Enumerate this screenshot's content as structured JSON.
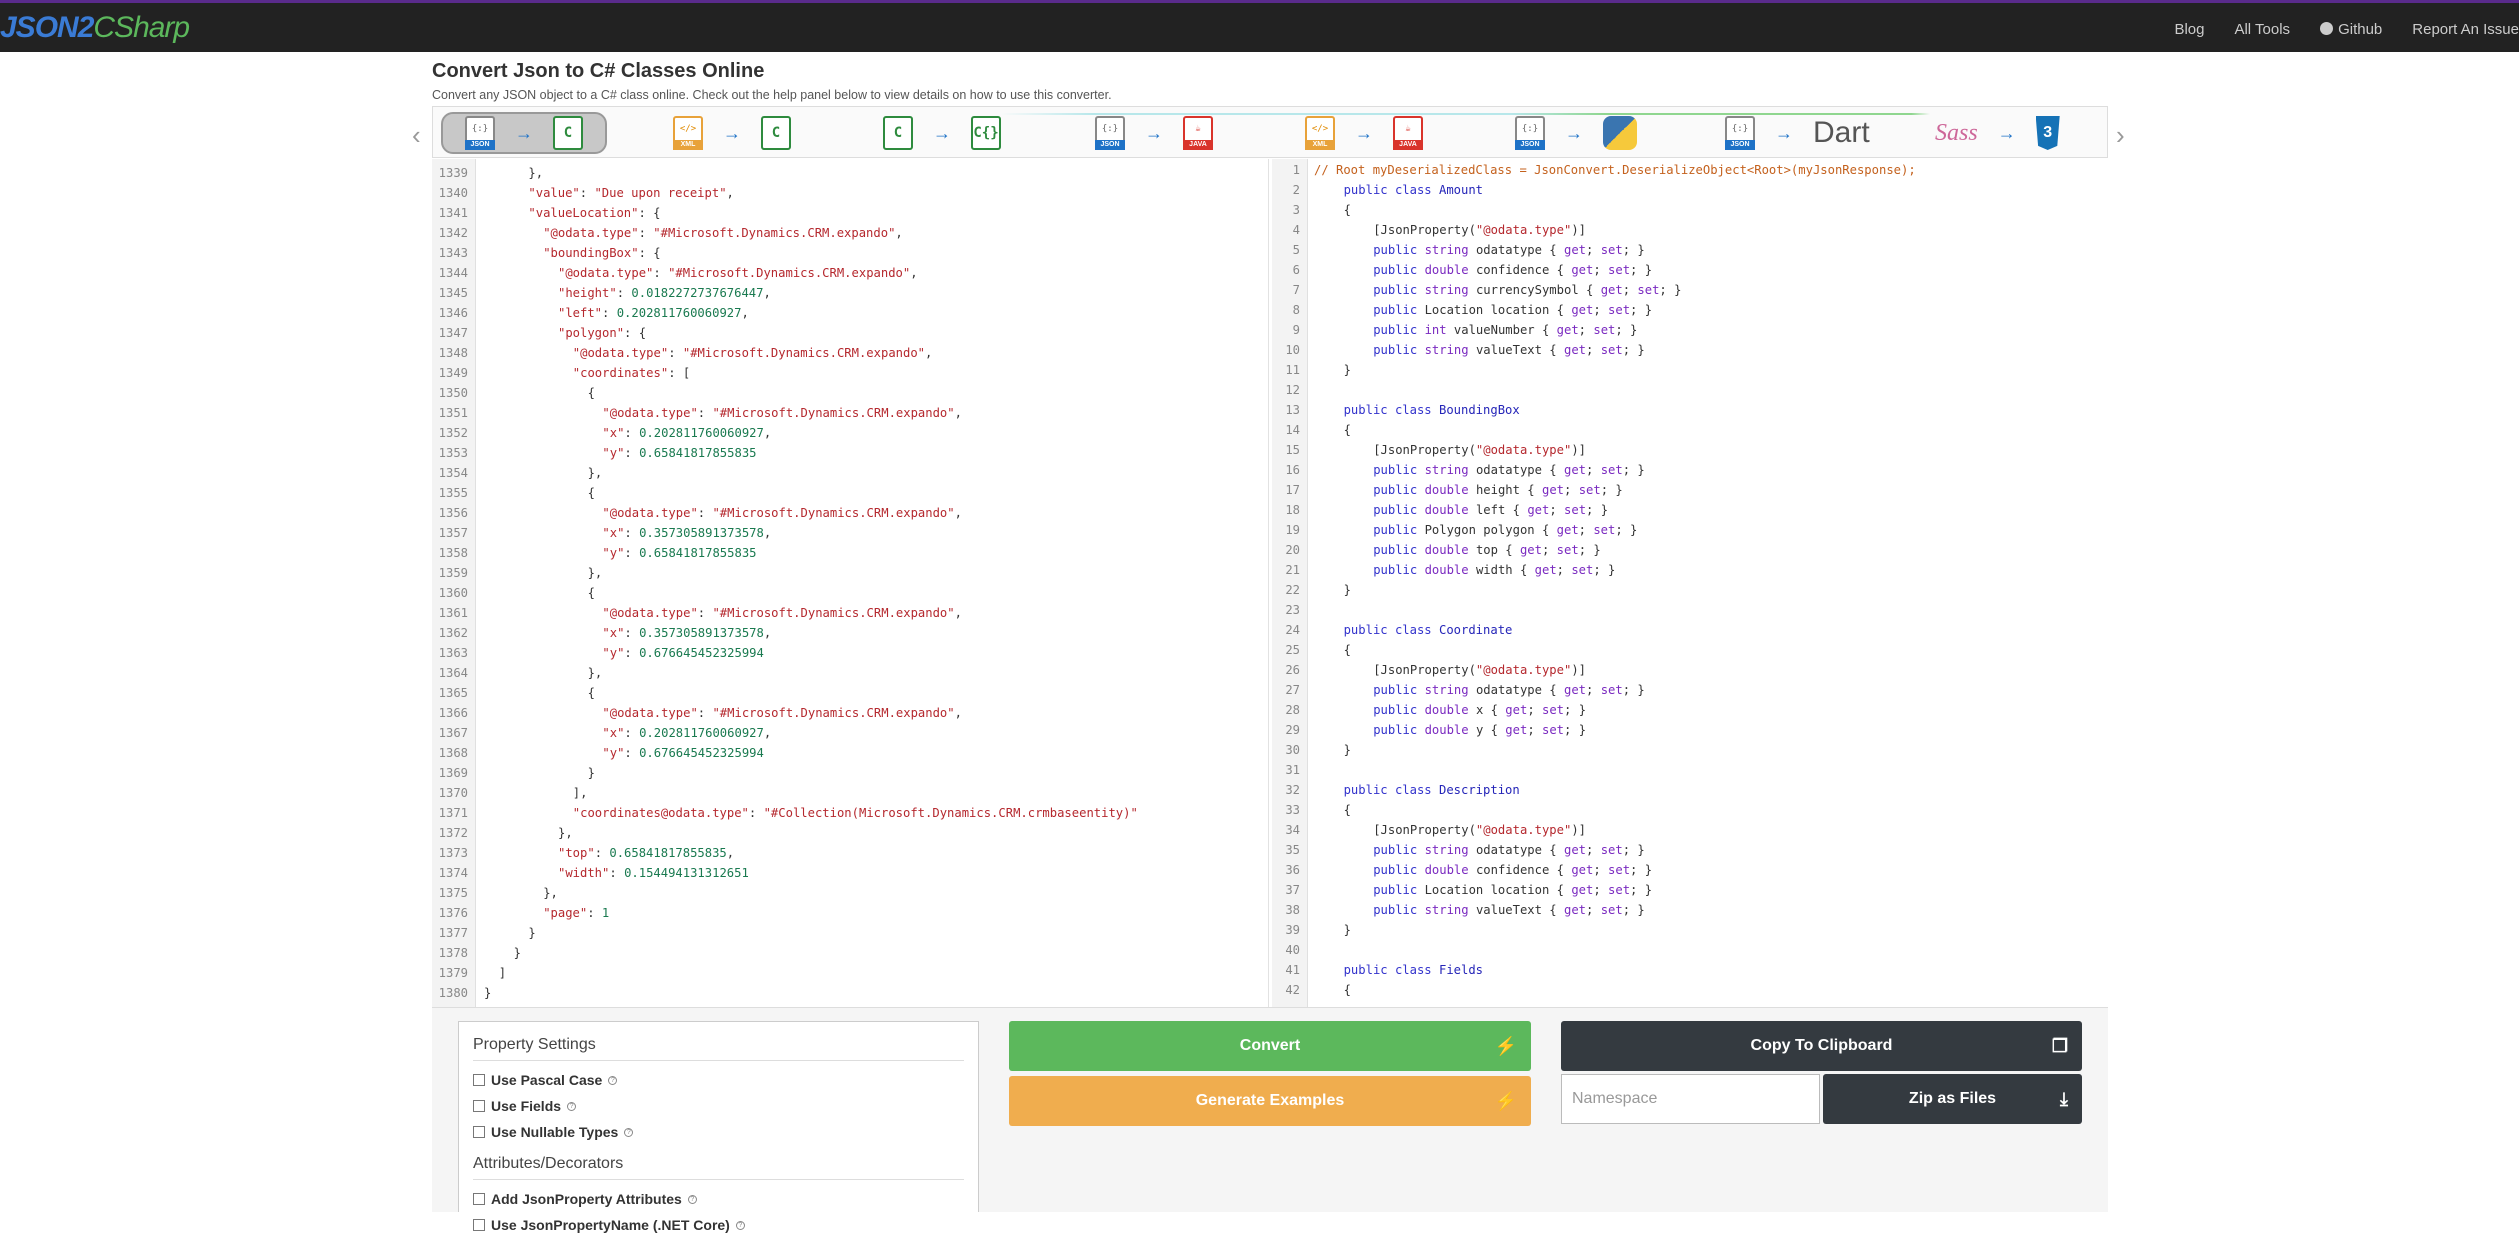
{
  "nav": {
    "brand_a": "JSON2",
    "brand_b": "CSharp",
    "links": [
      "Blog",
      "All Tools",
      "Github",
      "Report An Issue"
    ]
  },
  "header": {
    "title": "Convert Json to C# Classes Online",
    "subtitle": "Convert any JSON object to a C# class online. Check out the help panel below to view details on how to use this converter."
  },
  "converters": [
    {
      "from": "json-file-icon",
      "to": "csharp-file-icon",
      "from_label": "JSON",
      "active": true
    },
    {
      "from": "xml-file-icon",
      "to": "csharp-file-icon",
      "from_label": "XML",
      "active": false
    },
    {
      "from": "csharp-file-icon",
      "to": "csharp-json-file-icon",
      "from_label": "",
      "active": false
    },
    {
      "from": "json-file-icon",
      "to": "java-file-icon",
      "from_label": "JSON",
      "to_label": "JAVA",
      "active": false
    },
    {
      "from": "xml-file-icon",
      "to": "java-file-icon",
      "from_label": "XML",
      "to_label": "JAVA",
      "active": false
    },
    {
      "from": "json-file-icon",
      "to": "python-icon",
      "from_label": "JSON",
      "active": false
    },
    {
      "from": "json-file-icon",
      "to": "dart-icon",
      "from_label": "JSON",
      "to_label": "Dart",
      "active": false
    },
    {
      "from": "sass-icon",
      "to": "css3-icon",
      "from_label": "Sass",
      "active": false
    }
  ],
  "left_editor": {
    "lines": [
      {
        "n": "1339",
        "indent": 6,
        "html": "<span class='p'>},</span>"
      },
      {
        "n": "1340",
        "indent": 6,
        "html": "<span class='s'>\"value\"</span><span class='p'>: </span><span class='s'>\"Due upon receipt\"</span><span class='p'>,</span>"
      },
      {
        "n": "1341",
        "indent": 6,
        "html": "<span class='s'>\"valueLocation\"</span><span class='p'>: {</span>"
      },
      {
        "n": "1342",
        "indent": 8,
        "html": "<span class='s'>\"@odata.type\"</span><span class='p'>: </span><span class='s'>\"#Microsoft.Dynamics.CRM.expando\"</span><span class='p'>,</span>"
      },
      {
        "n": "1343",
        "indent": 8,
        "html": "<span class='s'>\"boundingBox\"</span><span class='p'>: {</span>"
      },
      {
        "n": "1344",
        "indent": 10,
        "html": "<span class='s'>\"@odata.type\"</span><span class='p'>: </span><span class='s'>\"#Microsoft.Dynamics.CRM.expando\"</span><span class='p'>,</span>"
      },
      {
        "n": "1345",
        "indent": 10,
        "html": "<span class='s'>\"height\"</span><span class='p'>: </span><span class='n'>0.0182272737676447</span><span class='p'>,</span>"
      },
      {
        "n": "1346",
        "indent": 10,
        "html": "<span class='s'>\"left\"</span><span class='p'>: </span><span class='n'>0.202811760060927</span><span class='p'>,</span>"
      },
      {
        "n": "1347",
        "indent": 10,
        "html": "<span class='s'>\"polygon\"</span><span class='p'>: {</span>"
      },
      {
        "n": "1348",
        "indent": 12,
        "html": "<span class='s'>\"@odata.type\"</span><span class='p'>: </span><span class='s'>\"#Microsoft.Dynamics.CRM.expando\"</span><span class='p'>,</span>"
      },
      {
        "n": "1349",
        "indent": 12,
        "html": "<span class='s'>\"coordinates\"</span><span class='p'>: [</span>"
      },
      {
        "n": "1350",
        "indent": 14,
        "html": "<span class='p'>{</span>"
      },
      {
        "n": "1351",
        "indent": 16,
        "html": "<span class='s'>\"@odata.type\"</span><span class='p'>: </span><span class='s'>\"#Microsoft.Dynamics.CRM.expando\"</span><span class='p'>,</span>"
      },
      {
        "n": "1352",
        "indent": 16,
        "html": "<span class='s'>\"x\"</span><span class='p'>: </span><span class='n'>0.202811760060927</span><span class='p'>,</span>"
      },
      {
        "n": "1353",
        "indent": 16,
        "html": "<span class='s'>\"y\"</span><span class='p'>: </span><span class='n'>0.65841817855835</span>"
      },
      {
        "n": "1354",
        "indent": 14,
        "html": "<span class='p'>},</span>"
      },
      {
        "n": "1355",
        "indent": 14,
        "html": "<span class='p'>{</span>"
      },
      {
        "n": "1356",
        "indent": 16,
        "html": "<span class='s'>\"@odata.type\"</span><span class='p'>: </span><span class='s'>\"#Microsoft.Dynamics.CRM.expando\"</span><span class='p'>,</span>"
      },
      {
        "n": "1357",
        "indent": 16,
        "html": "<span class='s'>\"x\"</span><span class='p'>: </span><span class='n'>0.357305891373578</span><span class='p'>,</span>"
      },
      {
        "n": "1358",
        "indent": 16,
        "html": "<span class='s'>\"y\"</span><span class='p'>: </span><span class='n'>0.65841817855835</span>"
      },
      {
        "n": "1359",
        "indent": 14,
        "html": "<span class='p'>},</span>"
      },
      {
        "n": "1360",
        "indent": 14,
        "html": "<span class='p'>{</span>"
      },
      {
        "n": "1361",
        "indent": 16,
        "html": "<span class='s'>\"@odata.type\"</span><span class='p'>: </span><span class='s'>\"#Microsoft.Dynamics.CRM.expando\"</span><span class='p'>,</span>"
      },
      {
        "n": "1362",
        "indent": 16,
        "html": "<span class='s'>\"x\"</span><span class='p'>: </span><span class='n'>0.357305891373578</span><span class='p'>,</span>"
      },
      {
        "n": "1363",
        "indent": 16,
        "html": "<span class='s'>\"y\"</span><span class='p'>: </span><span class='n'>0.676645452325994</span>"
      },
      {
        "n": "1364",
        "indent": 14,
        "html": "<span class='p'>},</span>"
      },
      {
        "n": "1365",
        "indent": 14,
        "html": "<span class='p'>{</span>"
      },
      {
        "n": "1366",
        "indent": 16,
        "html": "<span class='s'>\"@odata.type\"</span><span class='p'>: </span><span class='s'>\"#Microsoft.Dynamics.CRM.expando\"</span><span class='p'>,</span>"
      },
      {
        "n": "1367",
        "indent": 16,
        "html": "<span class='s'>\"x\"</span><span class='p'>: </span><span class='n'>0.202811760060927</span><span class='p'>,</span>"
      },
      {
        "n": "1368",
        "indent": 16,
        "html": "<span class='s'>\"y\"</span><span class='p'>: </span><span class='n'>0.676645452325994</span>"
      },
      {
        "n": "1369",
        "indent": 14,
        "html": "<span class='p'>}</span>"
      },
      {
        "n": "1370",
        "indent": 12,
        "html": "<span class='p'>],</span>"
      },
      {
        "n": "1371",
        "indent": 12,
        "html": "<span class='s'>\"coordinates@odata.type\"</span><span class='p'>: </span><span class='s'>\"#Collection(Microsoft.Dynamics.CRM.crmbaseentity)\"</span>"
      },
      {
        "n": "1372",
        "indent": 10,
        "html": "<span class='p'>},</span>"
      },
      {
        "n": "1373",
        "indent": 10,
        "html": "<span class='s'>\"top\"</span><span class='p'>: </span><span class='n'>0.65841817855835</span><span class='p'>,</span>"
      },
      {
        "n": "1374",
        "indent": 10,
        "html": "<span class='s'>\"width\"</span><span class='p'>: </span><span class='n'>0.154494131312651</span>"
      },
      {
        "n": "1375",
        "indent": 8,
        "html": "<span class='p'>},</span>"
      },
      {
        "n": "1376",
        "indent": 8,
        "html": "<span class='s'>\"page\"</span><span class='p'>: </span><span class='n'>1</span>"
      },
      {
        "n": "1377",
        "indent": 6,
        "html": "<span class='p'>}</span>"
      },
      {
        "n": "1378",
        "indent": 4,
        "html": "<span class='p'>}</span>"
      },
      {
        "n": "1379",
        "indent": 2,
        "html": "<span class='p'>]</span>"
      },
      {
        "n": "1380",
        "indent": 0,
        "html": "<span class='p'>}</span>"
      }
    ]
  },
  "right_editor": {
    "lines": [
      {
        "n": "1",
        "indent": 0,
        "html": "<span class='cm'>// Root myDeserializedClass = JsonConvert.DeserializeObject&lt;Root&gt;(myJsonResponse);</span>"
      },
      {
        "n": "2",
        "indent": 4,
        "html": "<span class='k'>public class</span> <span class='cls'>Amount</span>"
      },
      {
        "n": "3",
        "indent": 4,
        "html": "<span class='p'>{</span>"
      },
      {
        "n": "4",
        "indent": 8,
        "html": "<span class='p'>[JsonProperty(</span><span class='s'>\"@odata.type\"</span><span class='p'>)]</span>"
      },
      {
        "n": "5",
        "indent": 8,
        "html": "<span class='k'>public</span> <span class='t'>string</span> <span class='p'>odatatype { </span><span class='t'>get</span><span class='p'>; </span><span class='t'>set</span><span class='p'>; }</span>"
      },
      {
        "n": "6",
        "indent": 8,
        "html": "<span class='k'>public</span> <span class='t'>double</span> <span class='p'>confidence { </span><span class='t'>get</span><span class='p'>; </span><span class='t'>set</span><span class='p'>; }</span>"
      },
      {
        "n": "7",
        "indent": 8,
        "html": "<span class='k'>public</span> <span class='t'>string</span> <span class='p'>currencySymbol { </span><span class='t'>get</span><span class='p'>; </span><span class='t'>set</span><span class='p'>; }</span>"
      },
      {
        "n": "8",
        "indent": 8,
        "html": "<span class='k'>public</span> <span class='p'>Location location { </span><span class='t'>get</span><span class='p'>; </span><span class='t'>set</span><span class='p'>; }</span>"
      },
      {
        "n": "9",
        "indent": 8,
        "html": "<span class='k'>public</span> <span class='t'>int</span> <span class='p'>valueNumber { </span><span class='t'>get</span><span class='p'>; </span><span class='t'>set</span><span class='p'>; }</span>"
      },
      {
        "n": "10",
        "indent": 8,
        "html": "<span class='k'>public</span> <span class='t'>string</span> <span class='p'>valueText { </span><span class='t'>get</span><span class='p'>; </span><span class='t'>set</span><span class='p'>; }</span>"
      },
      {
        "n": "11",
        "indent": 4,
        "html": "<span class='p'>}</span>"
      },
      {
        "n": "12",
        "indent": 0,
        "html": ""
      },
      {
        "n": "13",
        "indent": 4,
        "html": "<span class='k'>public class</span> <span class='cls'>BoundingBox</span>"
      },
      {
        "n": "14",
        "indent": 4,
        "html": "<span class='p'>{</span>"
      },
      {
        "n": "15",
        "indent": 8,
        "html": "<span class='p'>[JsonProperty(</span><span class='s'>\"@odata.type\"</span><span class='p'>)]</span>"
      },
      {
        "n": "16",
        "indent": 8,
        "html": "<span class='k'>public</span> <span class='t'>string</span> <span class='p'>odatatype { </span><span class='t'>get</span><span class='p'>; </span><span class='t'>set</span><span class='p'>; }</span>"
      },
      {
        "n": "17",
        "indent": 8,
        "html": "<span class='k'>public</span> <span class='t'>double</span> <span class='p'>height { </span><span class='t'>get</span><span class='p'>; </span><span class='t'>set</span><span class='p'>; }</span>"
      },
      {
        "n": "18",
        "indent": 8,
        "html": "<span class='k'>public</span> <span class='t'>double</span> <span class='p'>left { </span><span class='t'>get</span><span class='p'>; </span><span class='t'>set</span><span class='p'>; }</span>"
      },
      {
        "n": "19",
        "indent": 8,
        "html": "<span class='k'>public</span> <span class='p'>Polygon polygon { </span><span class='t'>get</span><span class='p'>; </span><span class='t'>set</span><span class='p'>; }</span>"
      },
      {
        "n": "20",
        "indent": 8,
        "html": "<span class='k'>public</span> <span class='t'>double</span> <span class='p'>top { </span><span class='t'>get</span><span class='p'>; </span><span class='t'>set</span><span class='p'>; }</span>"
      },
      {
        "n": "21",
        "indent": 8,
        "html": "<span class='k'>public</span> <span class='t'>double</span> <span class='p'>width { </span><span class='t'>get</span><span class='p'>; </span><span class='t'>set</span><span class='p'>; }</span>"
      },
      {
        "n": "22",
        "indent": 4,
        "html": "<span class='p'>}</span>"
      },
      {
        "n": "23",
        "indent": 0,
        "html": ""
      },
      {
        "n": "24",
        "indent": 4,
        "html": "<span class='k'>public class</span> <span class='cls'>Coordinate</span>"
      },
      {
        "n": "25",
        "indent": 4,
        "html": "<span class='p'>{</span>"
      },
      {
        "n": "26",
        "indent": 8,
        "html": "<span class='p'>[JsonProperty(</span><span class='s'>\"@odata.type\"</span><span class='p'>)]</span>"
      },
      {
        "n": "27",
        "indent": 8,
        "html": "<span class='k'>public</span> <span class='t'>string</span> <span class='p'>odatatype { </span><span class='t'>get</span><span class='p'>; </span><span class='t'>set</span><span class='p'>; }</span>"
      },
      {
        "n": "28",
        "indent": 8,
        "html": "<span class='k'>public</span> <span class='t'>double</span> <span class='p'>x { </span><span class='t'>get</span><span class='p'>; </span><span class='t'>set</span><span class='p'>; }</span>"
      },
      {
        "n": "29",
        "indent": 8,
        "html": "<span class='k'>public</span> <span class='t'>double</span> <span class='p'>y { </span><span class='t'>get</span><span class='p'>; </span><span class='t'>set</span><span class='p'>; }</span>"
      },
      {
        "n": "30",
        "indent": 4,
        "html": "<span class='p'>}</span>"
      },
      {
        "n": "31",
        "indent": 0,
        "html": ""
      },
      {
        "n": "32",
        "indent": 4,
        "html": "<span class='k'>public class</span> <span class='cls'>Description</span>"
      },
      {
        "n": "33",
        "indent": 4,
        "html": "<span class='p'>{</span>"
      },
      {
        "n": "34",
        "indent": 8,
        "html": "<span class='p'>[JsonProperty(</span><span class='s'>\"@odata.type\"</span><span class='p'>)]</span>"
      },
      {
        "n": "35",
        "indent": 8,
        "html": "<span class='k'>public</span> <span class='t'>string</span> <span class='p'>odatatype { </span><span class='t'>get</span><span class='p'>; </span><span class='t'>set</span><span class='p'>; }</span>"
      },
      {
        "n": "36",
        "indent": 8,
        "html": "<span class='k'>public</span> <span class='t'>double</span> <span class='p'>confidence { </span><span class='t'>get</span><span class='p'>; </span><span class='t'>set</span><span class='p'>; }</span>"
      },
      {
        "n": "37",
        "indent": 8,
        "html": "<span class='k'>public</span> <span class='p'>Location location { </span><span class='t'>get</span><span class='p'>; </span><span class='t'>set</span><span class='p'>; }</span>"
      },
      {
        "n": "38",
        "indent": 8,
        "html": "<span class='k'>public</span> <span class='t'>string</span> <span class='p'>valueText { </span><span class='t'>get</span><span class='p'>; </span><span class='t'>set</span><span class='p'>; }</span>"
      },
      {
        "n": "39",
        "indent": 4,
        "html": "<span class='p'>}</span>"
      },
      {
        "n": "40",
        "indent": 0,
        "html": ""
      },
      {
        "n": "41",
        "indent": 4,
        "html": "<span class='k'>public class</span> <span class='cls'>Fields</span>"
      },
      {
        "n": "42",
        "indent": 4,
        "html": "<span class='p'>{</span>"
      }
    ]
  },
  "settings": {
    "property_title": "Property Settings",
    "property_options": [
      "Use Pascal Case",
      "Use Fields",
      "Use Nullable Types"
    ],
    "attributes_title": "Attributes/Decorators",
    "attribute_options": [
      "Add JsonProperty Attributes",
      "Use JsonPropertyName (.NET Core)"
    ]
  },
  "actions": {
    "convert": "Convert",
    "examples": "Generate Examples",
    "copy": "Copy To Clipboard",
    "namespace_placeholder": "Namespace",
    "zip": "Zip as Files"
  }
}
